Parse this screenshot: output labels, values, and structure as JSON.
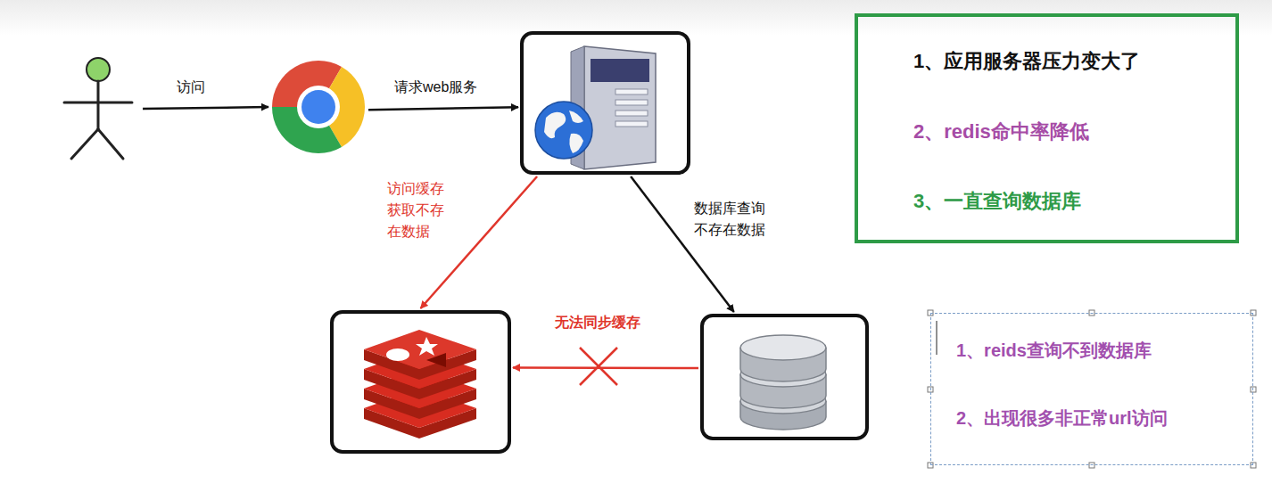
{
  "diagram": {
    "nodes": [
      {
        "text": []
      },
      {
        "text": []
      },
      {
        "text": []
      },
      {
        "text": [
          "1、应用服务器压力变大了",
          "2、redis命中率降低",
          "3、一直查询数据库"
        ]
      },
      {
        "text": []
      },
      {
        "text": []
      },
      {
        "text": [
          "1、reids查询不到数据库",
          "2、出现很多非正常url访问"
        ]
      }
    ],
    "edges": [
      {
        "from": 0,
        "to": 1,
        "arrow": "to",
        "label": "访问"
      },
      {
        "from": 1,
        "to": 2,
        "arrow": "to",
        "label": "请求web服务"
      },
      {
        "from": 2,
        "to": 4,
        "arrow": "to",
        "label": "访问缓存 获取不存 在数据"
      },
      {
        "from": 2,
        "to": 5,
        "arrow": "to",
        "label": "数据库查询 不存在数据"
      },
      {
        "from": 5,
        "to": 4,
        "arrow": "to",
        "label": "无法同步缓存"
      }
    ]
  }
}
